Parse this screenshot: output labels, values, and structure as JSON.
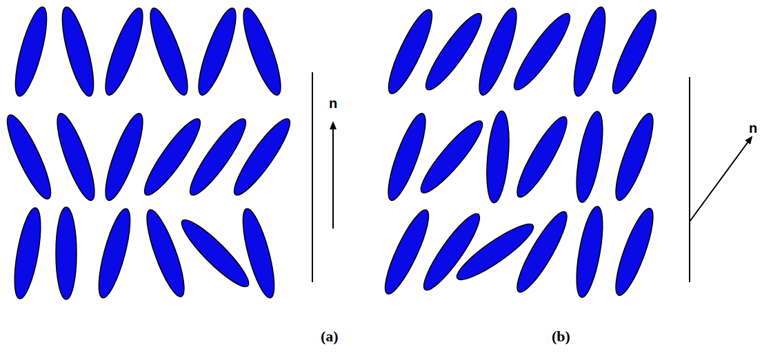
{
  "diagram": {
    "labels": [
      "n",
      "n",
      "(a)",
      "(b)"
    ]
  }
}
